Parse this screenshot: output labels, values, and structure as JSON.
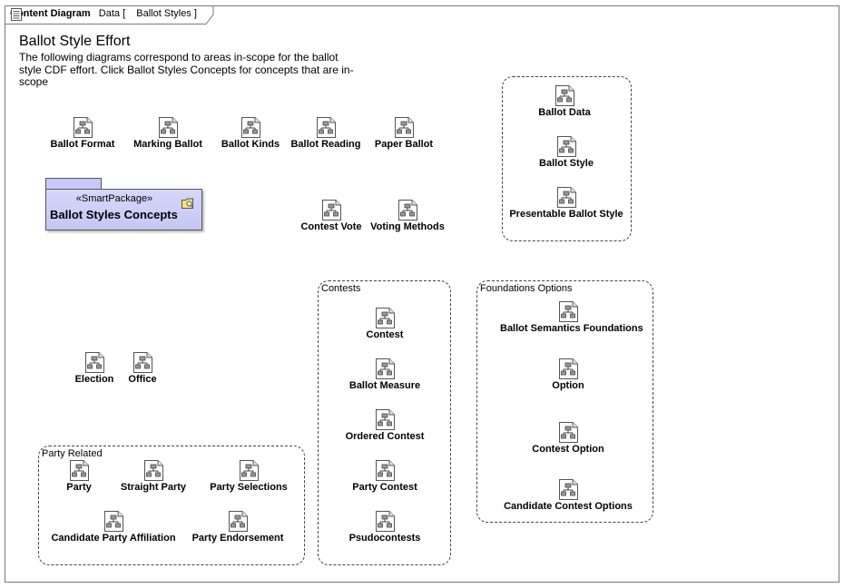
{
  "header": {
    "kind": "Content Diagram",
    "path_prefix": "Data [",
    "name": "Ballot Styles",
    "path_suffix": "]"
  },
  "title": "Ballot Style Effort",
  "description": "The following diagrams correspond to areas in-scope for the ballot style CDF effort. Click Ballot Styles Concepts for concepts that are in-scope",
  "top_diagrams": [
    "Ballot Format",
    "Marking Ballot",
    "Ballot Kinds",
    "Ballot Reading",
    "Paper Ballot"
  ],
  "mid_diagrams": [
    "Contest Vote",
    "Voting Methods"
  ],
  "standalone_diagrams": [
    "Election",
    "Office"
  ],
  "package": {
    "stereotype": "«SmartPackage»",
    "name": "Ballot Styles Concepts"
  },
  "groups": {
    "ballot": {
      "label": "",
      "items": [
        "Ballot Data",
        "Ballot Style",
        "Presentable Ballot Style"
      ]
    },
    "contests": {
      "label": "Contests",
      "items": [
        "Contest",
        "Ballot Measure",
        "Ordered Contest",
        "Party Contest",
        "Psudocontests"
      ]
    },
    "foundations": {
      "label": "Foundations Options",
      "items": [
        "Ballot Semantics Foundations",
        "Option",
        "Contest Option",
        "Candidate Contest Options"
      ]
    },
    "party": {
      "label": "Party Related",
      "items": [
        "Party",
        "Straight Party",
        "Party Selections",
        "Candidate Party Affiliation",
        "Party Endorsement"
      ]
    }
  },
  "colors": {
    "package_fill": "#d0d0f8",
    "frame_border": "#7a7a7a"
  },
  "icons": [
    "diagram-icon",
    "document-icon",
    "smart-package-icon"
  ]
}
